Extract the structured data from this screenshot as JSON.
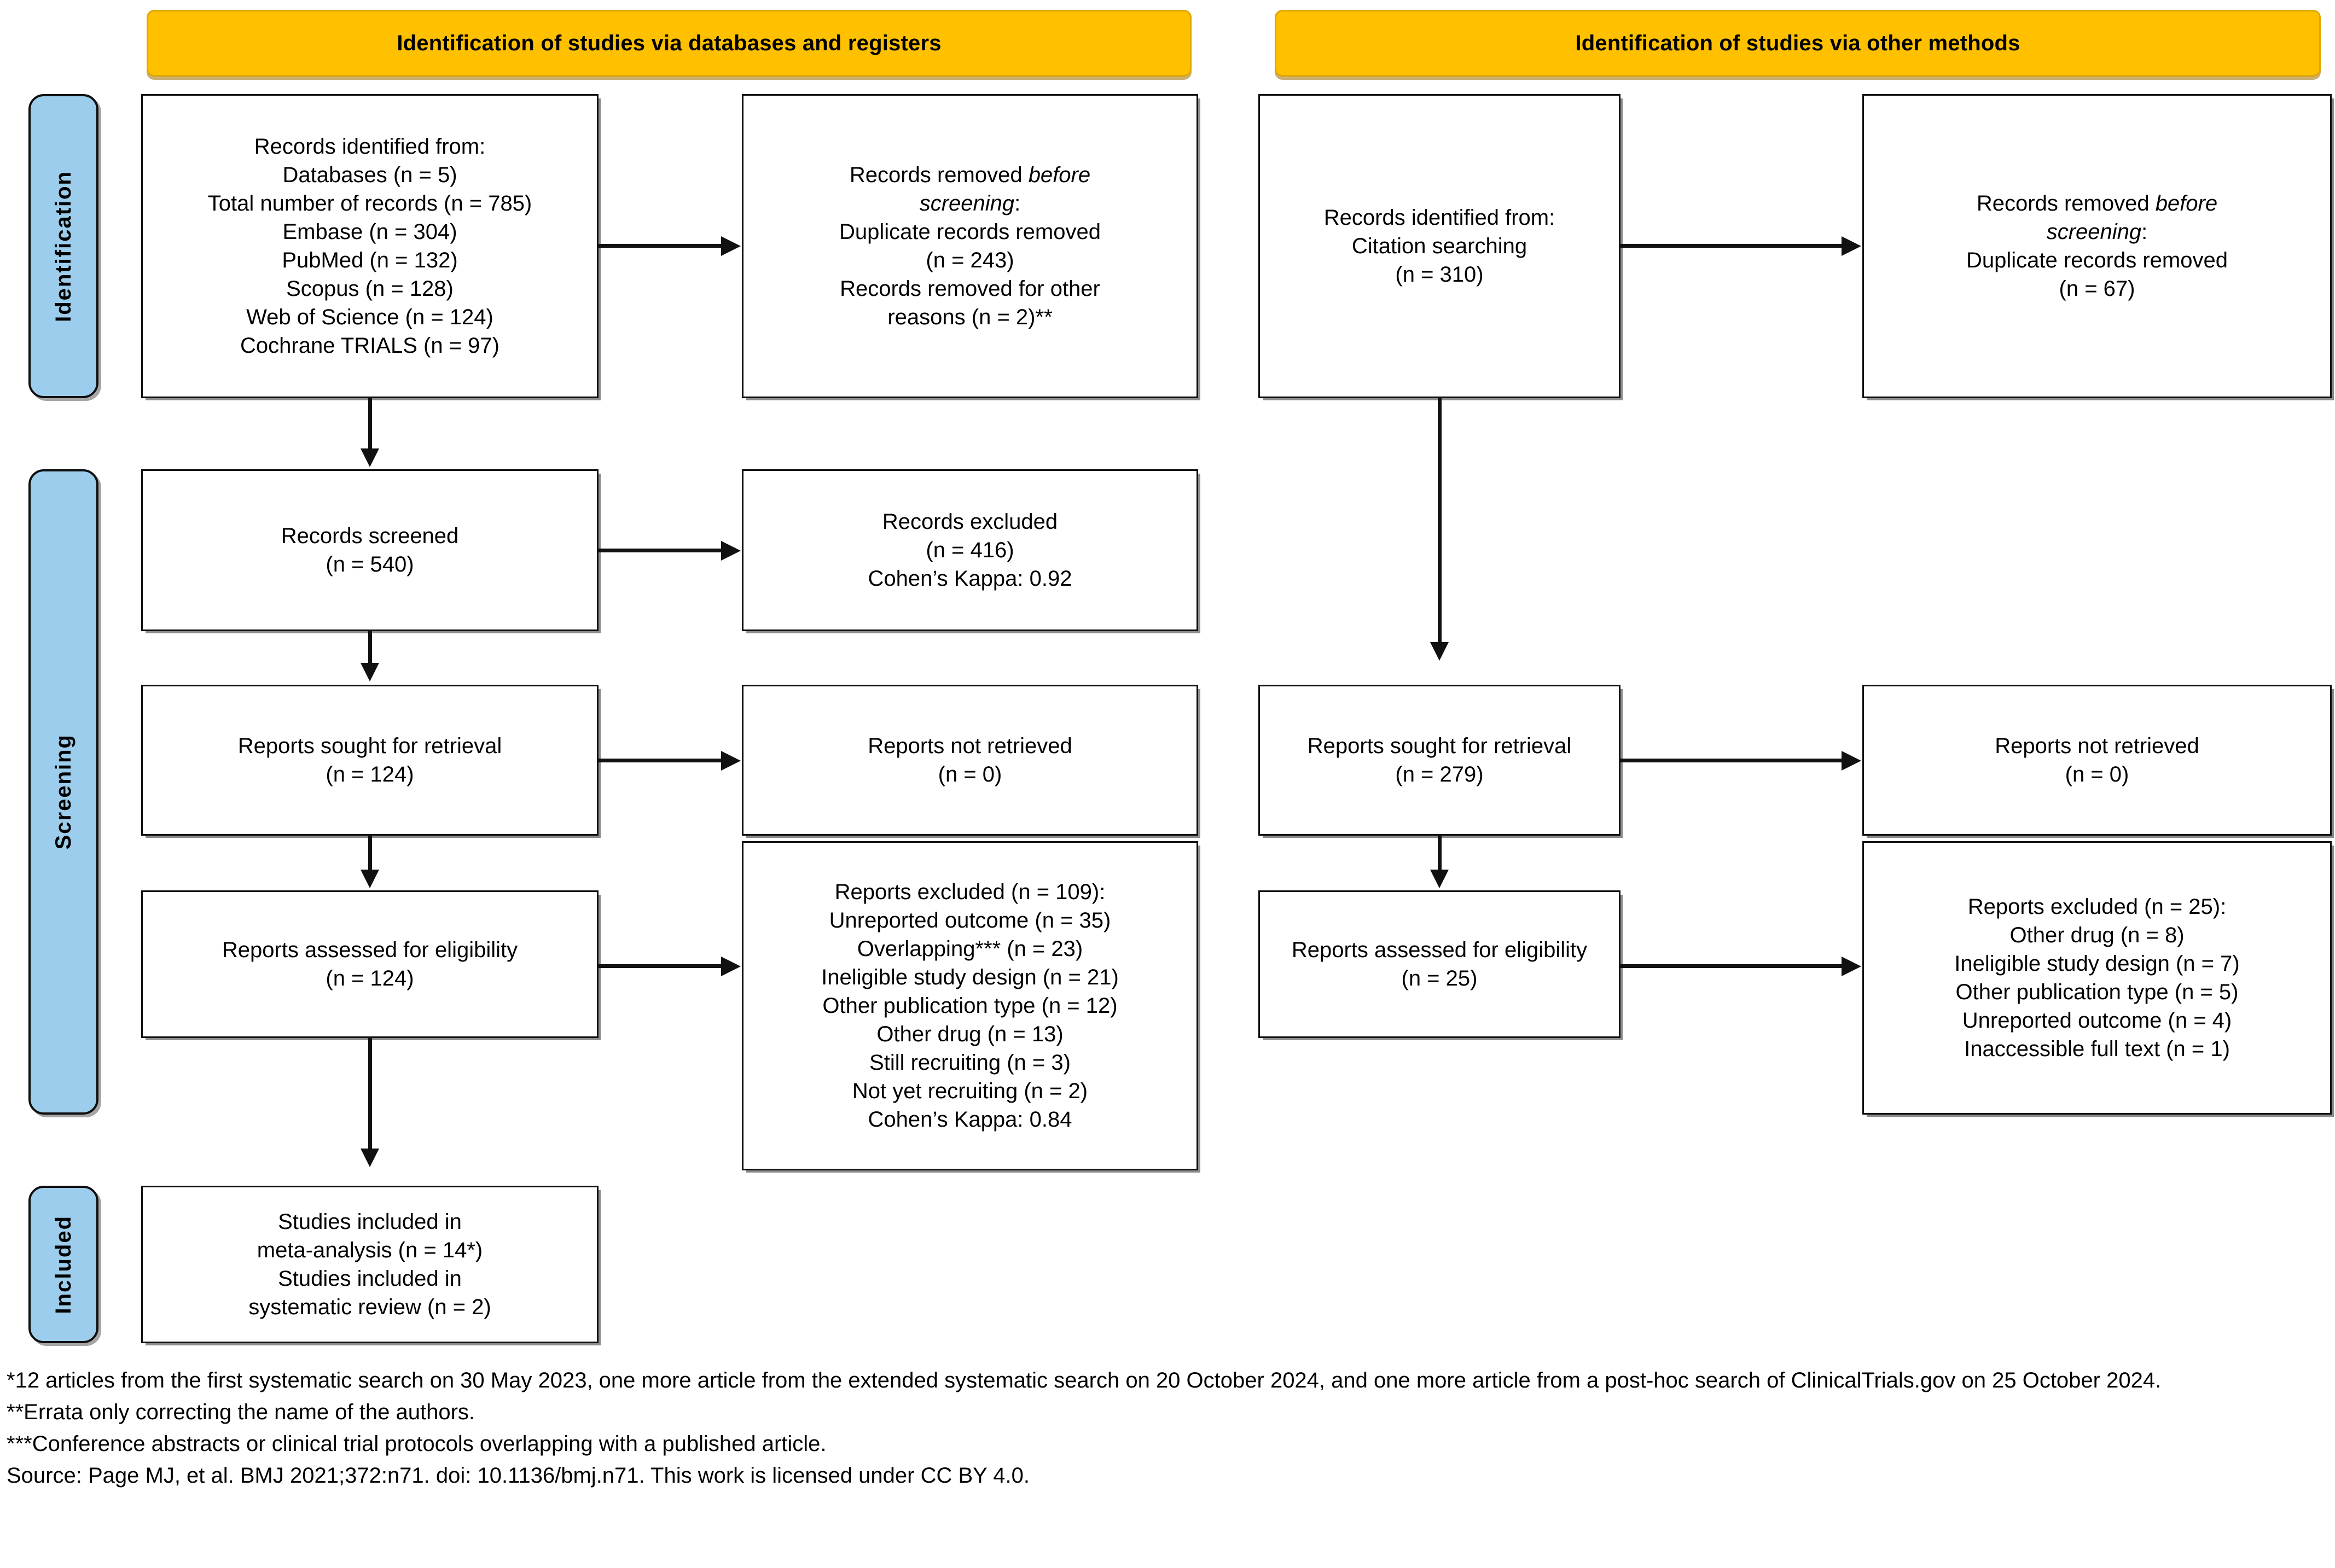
{
  "colors": {
    "banner_fill": "#FFC000",
    "banner_border": "#E0A800",
    "stage_label_fill": "#9CCDEC",
    "box_border": "#111111",
    "connector": "#111111"
  },
  "banners": {
    "left": "Identification of studies via databases and registers",
    "right": "Identification of studies via other methods"
  },
  "stage_labels": {
    "identification": "Identification",
    "screening": "Screening",
    "included": "Included"
  },
  "left_column": {
    "identified": "Records identified from:\nDatabases (n = 5)\nTotal number of records (n = 785)\nEmbase (n = 304)\nPubMed (n = 132)\nScopus (n = 128)\nWeb of Science (n = 124)\nCochrane TRIALS (n = 97)",
    "removed_before_screening_line1": "Records removed ",
    "removed_before_screening_em1": "before",
    "removed_before_screening_em2": "screening",
    "removed_before_screening_rest": ":\nDuplicate records removed\n(n = 243)\nRecords removed for other\nreasons (n = 2)**",
    "screened": "Records screened\n(n = 540)",
    "records_excluded": "Records excluded\n(n = 416)\nCohen’s Kappa: 0.92",
    "sought": "Reports sought for retrieval\n(n = 124)",
    "not_retrieved": "Reports not retrieved\n(n = 0)",
    "assessed": "Reports assessed for eligibility\n(n = 124)",
    "reports_excluded": "Reports excluded (n = 109):\nUnreported outcome (n = 35)\nOverlapping*** (n = 23)\nIneligible study design (n = 21)\nOther publication type (n = 12)\nOther drug (n = 13)\nStill recruiting (n = 3)\nNot yet recruiting (n = 2)\nCohen’s Kappa: 0.84",
    "included": "Studies included in\nmeta-analysis (n = 14*)\nStudies included in\nsystematic review (n = 2)"
  },
  "right_column": {
    "identified": "Records identified from:\nCitation searching\n(n = 310)",
    "removed_rest": ":\nDuplicate records removed\n(n = 67)",
    "sought": "Reports sought for retrieval\n(n = 279)",
    "not_retrieved": "Reports not retrieved\n(n = 0)",
    "assessed": "Reports assessed for eligibility\n(n = 25)",
    "reports_excluded": "Reports excluded (n = 25):\nOther drug (n = 8)\nIneligible study design (n = 7)\nOther publication type (n = 5)\nUnreported outcome (n = 4)\nInaccessible full text (n = 1)"
  },
  "footnotes": {
    "n1": "*12 articles from the first systematic search on 30 May 2023, one more article from the extended systematic search on 20 October 2024, and one more article from a post-hoc search of ClinicalTrials.gov on 25 October 2024.",
    "n2": "**Errata only correcting the name of the authors.",
    "n3": "***Conference abstracts or clinical trial protocols overlapping with a published article.",
    "n4": "Source: Page MJ, et al. BMJ 2021;372:n71. doi: 10.1136/bmj.n71. This work is licensed under CC BY 4.0."
  }
}
